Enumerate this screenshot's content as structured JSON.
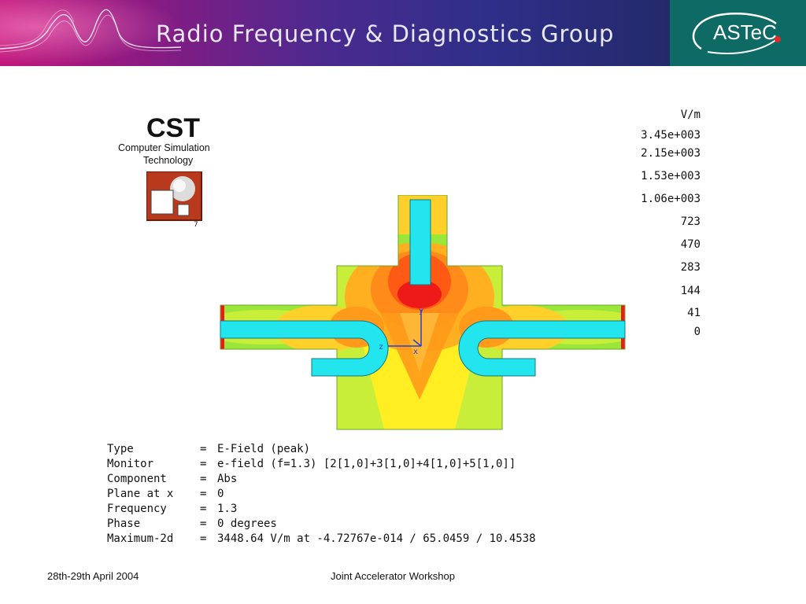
{
  "header": {
    "title": "Radio Frequency & Diagnostics Group",
    "logo_text": "ASTeC"
  },
  "cst": {
    "title": "CST",
    "line1": "Computer Simulation",
    "line2": "Technology"
  },
  "legend": {
    "unit": "V/m",
    "values": [
      "3.45e+003",
      "2.15e+003",
      "1.53e+003",
      "1.06e+003",
      "723",
      "470",
      "283",
      "144",
      "41",
      "0"
    ]
  },
  "axes": {
    "z": "z",
    "x": "x",
    "y": "y"
  },
  "info": [
    {
      "key": "Type",
      "value": "E-Field (peak)"
    },
    {
      "key": "Monitor",
      "value": "e-field (f=1.3) [2[1,0]+3[1,0]+4[1,0]+5[1,0]]"
    },
    {
      "key": "Component",
      "value": "Abs"
    },
    {
      "key": "Plane at x",
      "value": "0"
    },
    {
      "key": "Frequency",
      "value": "1.3"
    },
    {
      "key": "Phase",
      "value": "0 degrees"
    },
    {
      "key": "Maximum-2d",
      "value": "3448.64 V/m at -4.72767e-014 / 65.0459 / 10.4538"
    }
  ],
  "footer": {
    "date": "28th-29th April 2004",
    "event": "Joint Accelerator Workshop"
  },
  "colors": {
    "cyan": "#22e5ee",
    "red": "#ee1a1a",
    "orange": "#ff8c1a",
    "yellow": "#ffee22",
    "green": "#9be63a"
  }
}
